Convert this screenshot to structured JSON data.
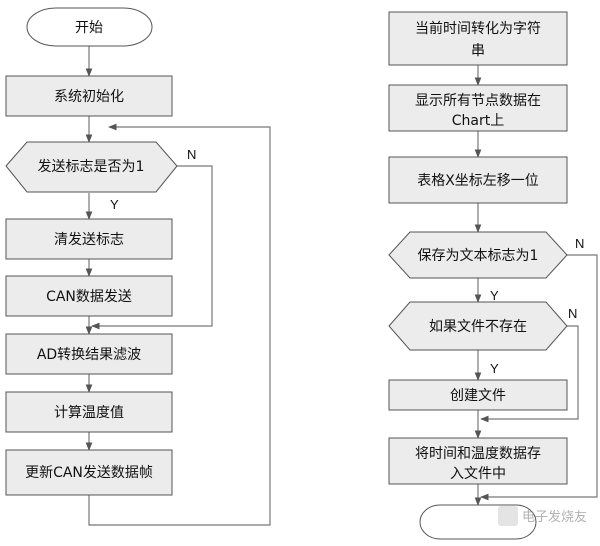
{
  "left_flow": {
    "start": "开始",
    "init": "系统初始化",
    "decision_send_flag": "发送标志是否为1",
    "clear_flag": "清发送标志",
    "can_send": "CAN数据发送",
    "ad_filter": "AD转换结果滤波",
    "calc_temp": "计算温度值",
    "update_frame": "更新CAN发送数据帧",
    "yes_label": "Y",
    "no_label": "N"
  },
  "right_flow": {
    "time_to_string": [
      "当前时间转化为字符",
      "串"
    ],
    "show_nodes": [
      "显示所有节点数据在",
      "Chart上"
    ],
    "table_shift": "表格X坐标左移一位",
    "decision_save": "保存为文本标志为1",
    "decision_file": "如果文件不存在",
    "create_file": "创建文件",
    "write_file": [
      "将时间和温度数据存",
      "入文件中"
    ],
    "yes_label_1": "Y",
    "yes_label_2": "Y",
    "no_label_1": "N",
    "no_label_2": "N"
  },
  "watermark": "电子发烧友"
}
